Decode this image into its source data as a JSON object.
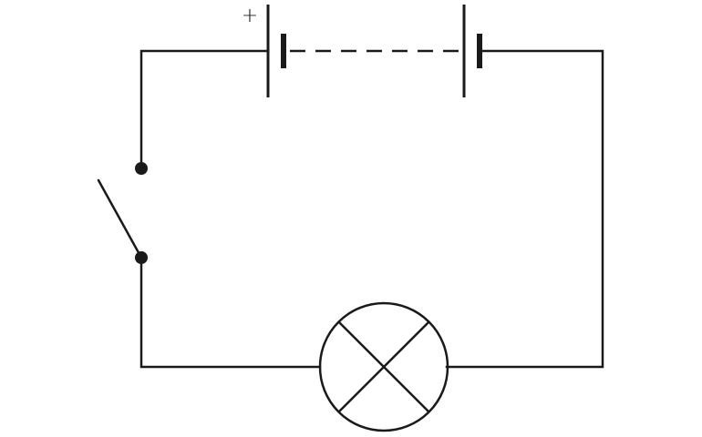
{
  "diagram": {
    "type": "circuit",
    "components": {
      "battery": {
        "label": "+",
        "cells": 2,
        "connection": "dashed"
      },
      "switch": {
        "state": "open"
      },
      "lamp": {
        "symbol": "lamp-cross"
      }
    },
    "colors": {
      "stroke": "#1a1a1a",
      "background": "#ffffff"
    }
  }
}
